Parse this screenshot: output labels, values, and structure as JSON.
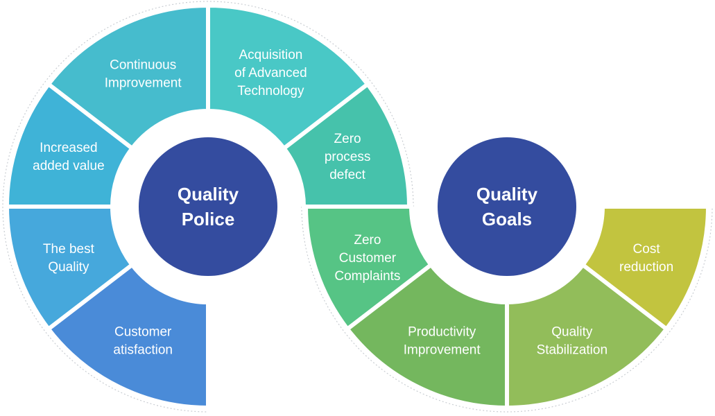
{
  "left_hub": {
    "lines": [
      "Quality",
      "Police"
    ],
    "color": "#344c9f"
  },
  "right_hub": {
    "lines": [
      "Quality",
      "Goals"
    ],
    "color": "#344c9f"
  },
  "segments": [
    {
      "id": "continuous-improvement",
      "lines": [
        "Continuous",
        "Improvement"
      ],
      "color": "#46bccd",
      "interactable": true
    },
    {
      "id": "increased-added-value",
      "lines": [
        "Increased",
        "added value"
      ],
      "color": "#3fb3d7",
      "interactable": true
    },
    {
      "id": "the-best-quality",
      "lines": [
        "The best",
        "Quality"
      ],
      "color": "#46a8dc",
      "interactable": true
    },
    {
      "id": "customer-satisfaction",
      "lines": [
        "Customer",
        "atisfaction"
      ],
      "color": "#4a8bd8",
      "interactable": true
    },
    {
      "id": "acquisition-advanced-technology",
      "lines": [
        "Acquisition",
        "of Advanced",
        "Technology"
      ],
      "color": "#49c8c6",
      "interactable": true
    },
    {
      "id": "zero-process-defect",
      "lines": [
        "Zero",
        "process",
        "defect"
      ],
      "color": "#46c2ab",
      "interactable": true
    },
    {
      "id": "zero-customer-complaints",
      "lines": [
        "Zero",
        "Customer",
        "Complaints"
      ],
      "color": "#56c485",
      "interactable": true
    },
    {
      "id": "productivity-improvement",
      "lines": [
        "Productivity",
        "Improvement"
      ],
      "color": "#74b75e",
      "interactable": true
    },
    {
      "id": "quality-stabilization",
      "lines": [
        "Quality",
        "Stabilization"
      ],
      "color": "#92bd5a",
      "interactable": true
    },
    {
      "id": "cost-reduction",
      "lines": [
        "Cost",
        "reduction"
      ],
      "color": "#c2c43f",
      "interactable": true
    }
  ],
  "outline_color": "#c9cdd2"
}
